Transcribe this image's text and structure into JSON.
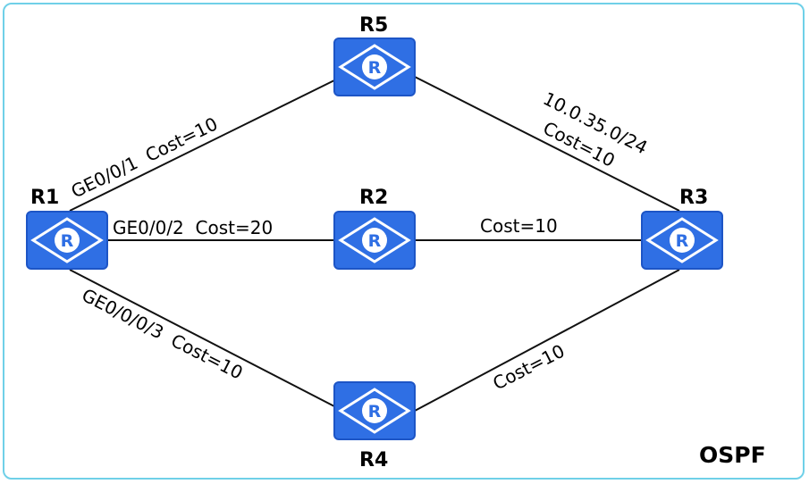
{
  "diagram": {
    "protocol": "OSPF",
    "colors": {
      "router": "#2f6fe4",
      "router_border": "#1d55c6",
      "link": "#111111",
      "frame": "#6fd0e8"
    },
    "routers": [
      {
        "id": "r1",
        "name": "R1",
        "icon": "router-icon"
      },
      {
        "id": "r2",
        "name": "R2",
        "icon": "router-icon"
      },
      {
        "id": "r3",
        "name": "R3",
        "icon": "router-icon"
      },
      {
        "id": "r4",
        "name": "R4",
        "icon": "router-icon"
      },
      {
        "id": "r5",
        "name": "R5",
        "icon": "router-icon"
      }
    ],
    "links": [
      {
        "from": "R1",
        "to": "R5",
        "label": "GE0/0/1  Cost=10"
      },
      {
        "from": "R1",
        "to": "R2",
        "label": "GE0/0/2  Cost=20"
      },
      {
        "from": "R1",
        "to": "R4",
        "label": "GE0/0/0/3  Cost=10"
      },
      {
        "from": "R5",
        "to": "R3",
        "label_line1": "10.0.35.0/24",
        "label_line2": "Cost=10"
      },
      {
        "from": "R2",
        "to": "R3",
        "label": "Cost=10"
      },
      {
        "from": "R4",
        "to": "R3",
        "label": "Cost=10"
      }
    ]
  }
}
